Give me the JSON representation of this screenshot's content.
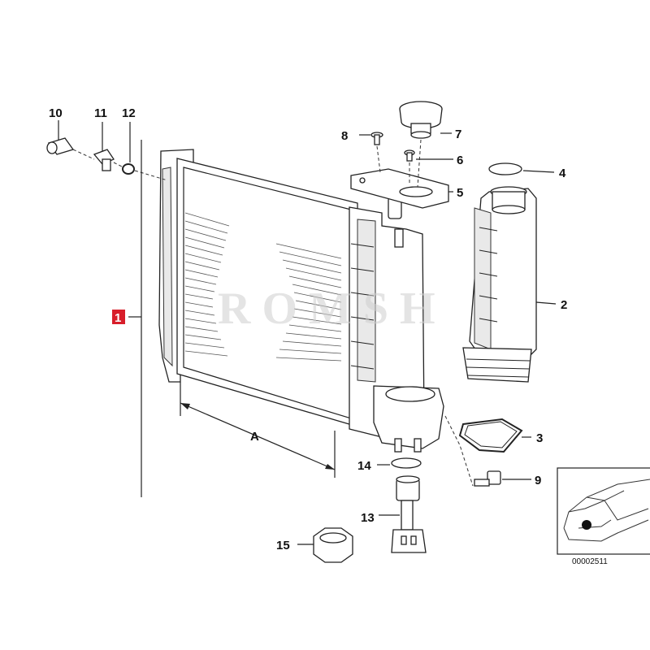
{
  "diagram": {
    "callouts": {
      "c1": "1",
      "c2": "2",
      "c3": "3",
      "c4": "4",
      "c5": "5",
      "c6": "6",
      "c7": "7",
      "c8": "8",
      "c9": "9",
      "c10": "10",
      "c11": "11",
      "c12": "12",
      "c13": "13",
      "c14": "14",
      "c15": "15"
    },
    "dimension_label": "A",
    "watermark": "ROMSH",
    "reference_number": "00002511",
    "highlight_color": "#d81e2a"
  }
}
